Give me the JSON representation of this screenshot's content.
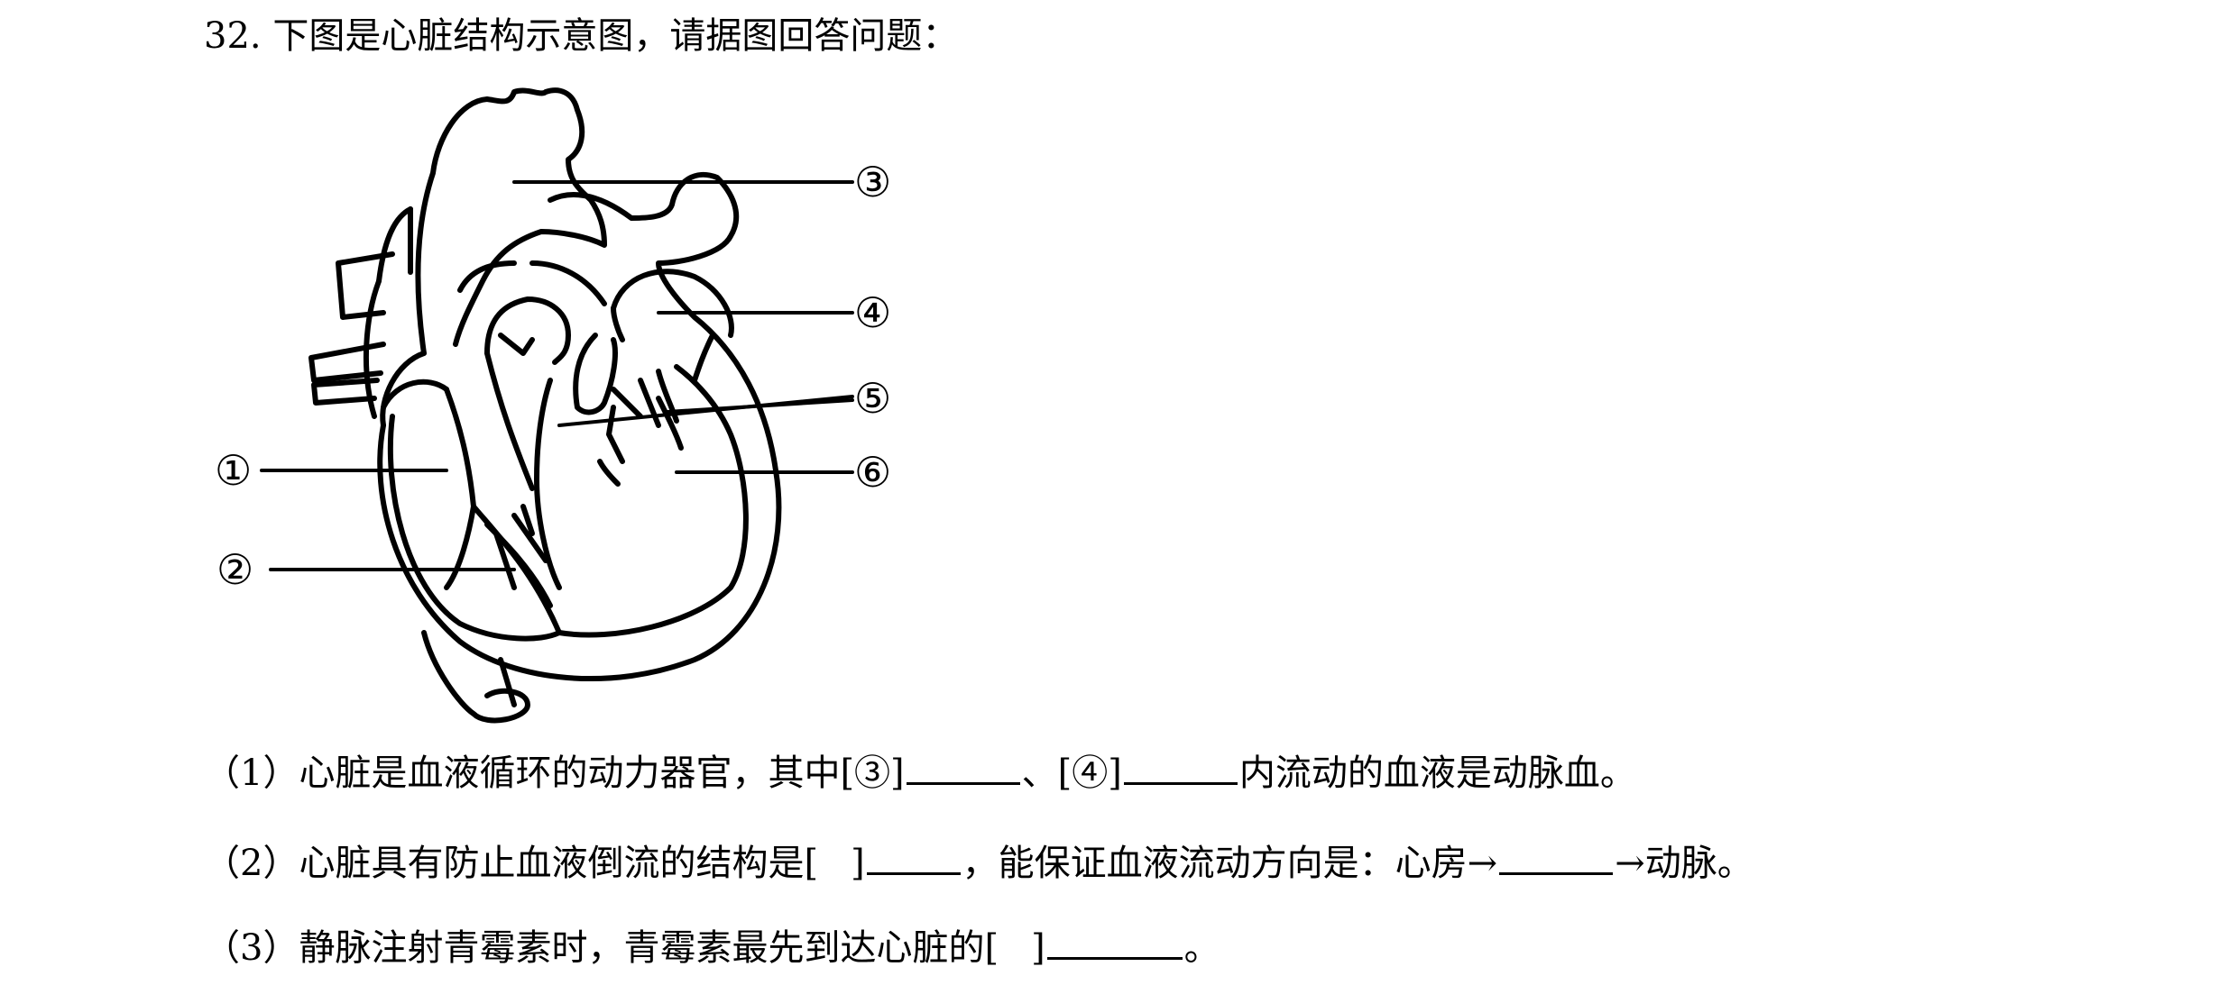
{
  "question": {
    "title": "32. 下图是心脏结构示意图，请据图回答问题："
  },
  "diagram": {
    "labels": [
      "③",
      "④",
      "⑤",
      "⑥",
      "①",
      "②"
    ]
  },
  "sub_questions": {
    "q1": {
      "part1": "（1）心脏是血液循环的动力器官，其中[③]",
      "part2": "、[④]",
      "part3": "内流动的血液是动脉血。"
    },
    "q2": {
      "part1": "（2）心脏具有防止血液倒流的结构是[",
      "part2": "]",
      "part3": "，能保证血液流动方向是：心房→",
      "part4": "→动脉。"
    },
    "q3": {
      "part1": "（3）静脉注射青霉素时，青霉素最先到达心脏的[",
      "part2": "]",
      "part3": "。"
    }
  }
}
